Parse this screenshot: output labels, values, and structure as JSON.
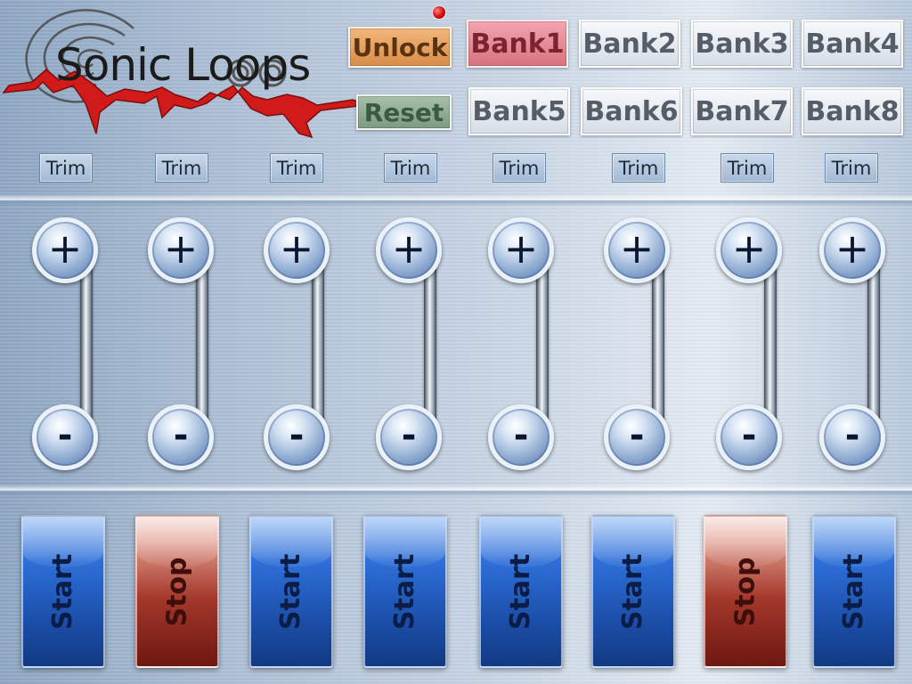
{
  "app": {
    "logo_text": "Sonic Loops",
    "status_color": "#d00000"
  },
  "controls": {
    "unlock_label": "Unlock",
    "reset_label": "Reset"
  },
  "banks": [
    {
      "label": "Bank1",
      "active": true
    },
    {
      "label": "Bank2",
      "active": false
    },
    {
      "label": "Bank3",
      "active": false
    },
    {
      "label": "Bank4",
      "active": false
    },
    {
      "label": "Bank5",
      "active": false
    },
    {
      "label": "Bank6",
      "active": false
    },
    {
      "label": "Bank7",
      "active": false
    },
    {
      "label": "Bank8",
      "active": false
    }
  ],
  "channels": [
    {
      "trim_label": "Trim",
      "plus": "+",
      "minus": "-",
      "state": "start",
      "button_label": "Start"
    },
    {
      "trim_label": "Trim",
      "plus": "+",
      "minus": "-",
      "state": "stop",
      "button_label": "Stop"
    },
    {
      "trim_label": "Trim",
      "plus": "+",
      "minus": "-",
      "state": "start",
      "button_label": "Start"
    },
    {
      "trim_label": "Trim",
      "plus": "+",
      "minus": "-",
      "state": "start",
      "button_label": "Start"
    },
    {
      "trim_label": "Trim",
      "plus": "+",
      "minus": "-",
      "state": "start",
      "button_label": "Start"
    },
    {
      "trim_label": "Trim",
      "plus": "+",
      "minus": "-",
      "state": "start",
      "button_label": "Start"
    },
    {
      "trim_label": "Trim",
      "plus": "+",
      "minus": "-",
      "state": "stop",
      "button_label": "Stop"
    },
    {
      "trim_label": "Trim",
      "plus": "+",
      "minus": "-",
      "state": "start",
      "button_label": "Start"
    }
  ],
  "colors": {
    "active_bank": "#d8737f",
    "start_blue": "#2e6fd8",
    "stop_red": "#a3372a"
  }
}
